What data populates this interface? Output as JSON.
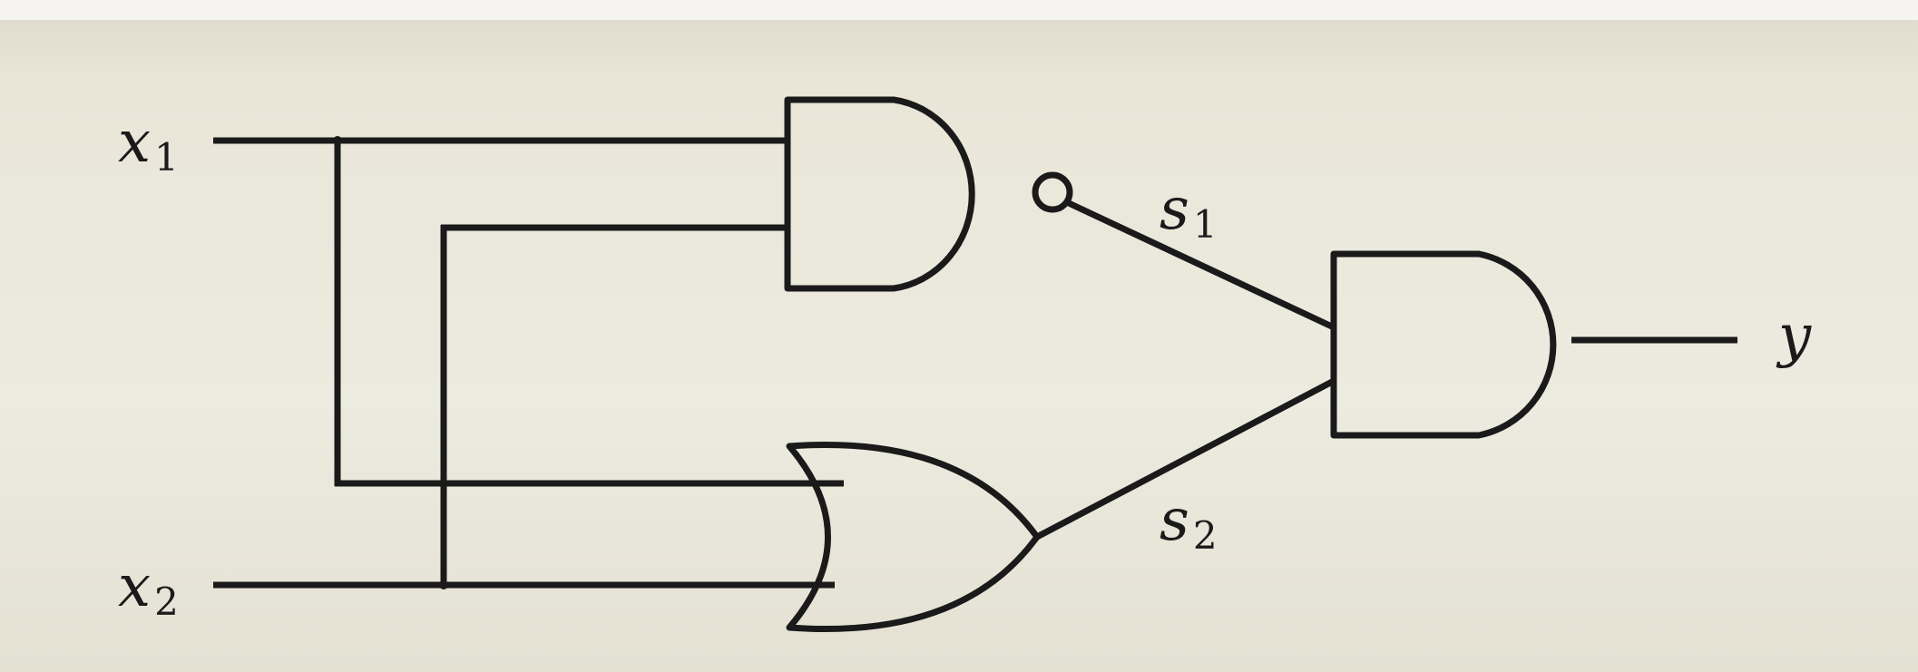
{
  "labels": {
    "x1": "x",
    "x1_sub": "1",
    "x2": "x",
    "x2_sub": "2",
    "s1": "s",
    "s1_sub": "1",
    "s2": "s",
    "s2_sub": "2",
    "y": "y"
  },
  "gates": [
    {
      "name": "nand-gate",
      "type": "NAND",
      "inputs": [
        "x1",
        "x2"
      ],
      "output": "s1"
    },
    {
      "name": "or-gate",
      "type": "OR",
      "inputs": [
        "x1",
        "x2"
      ],
      "output": "s2"
    },
    {
      "name": "and-gate",
      "type": "AND",
      "inputs": [
        "s1",
        "s2"
      ],
      "output": "y"
    }
  ]
}
